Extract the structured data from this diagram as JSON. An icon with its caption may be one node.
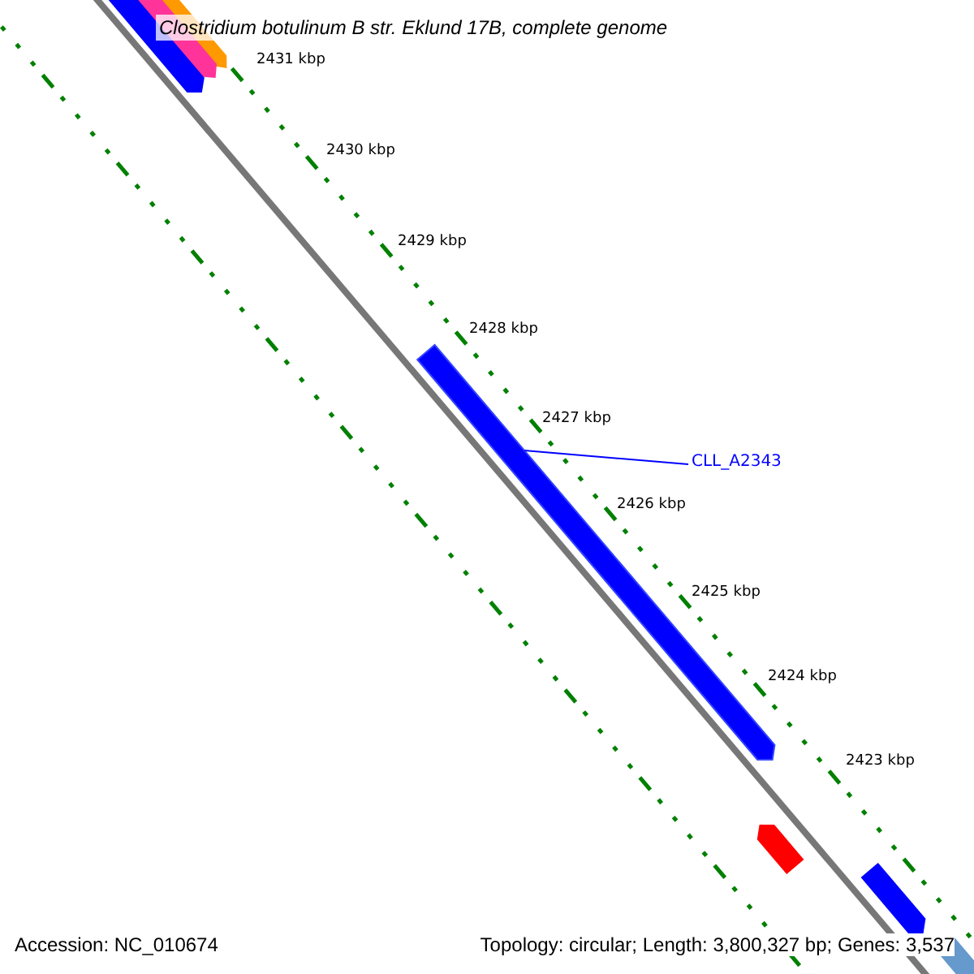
{
  "diagram": {
    "title": "Clostridium botulinum B str. Eklund 17B, complete genome",
    "nodes": [
      {
        "text": [
          "CLL_A2343"
        ]
      },
      {
        "text": [],
        "shape": "arrow"
      }
    ],
    "edges": [
      {
        "from": 0,
        "to": 1,
        "arrow": "none"
      }
    ],
    "labels": [
      "2431 kbp",
      "2430 kbp",
      "2429 kbp",
      "2428 kbp",
      "2427 kbp",
      "2426 kbp",
      "2425 kbp",
      "2424 kbp",
      "2423 kbp",
      "Accession: NC_010674",
      "Topology: circular; Length: 3,800,327 bp; Genes: 3,537"
    ]
  }
}
